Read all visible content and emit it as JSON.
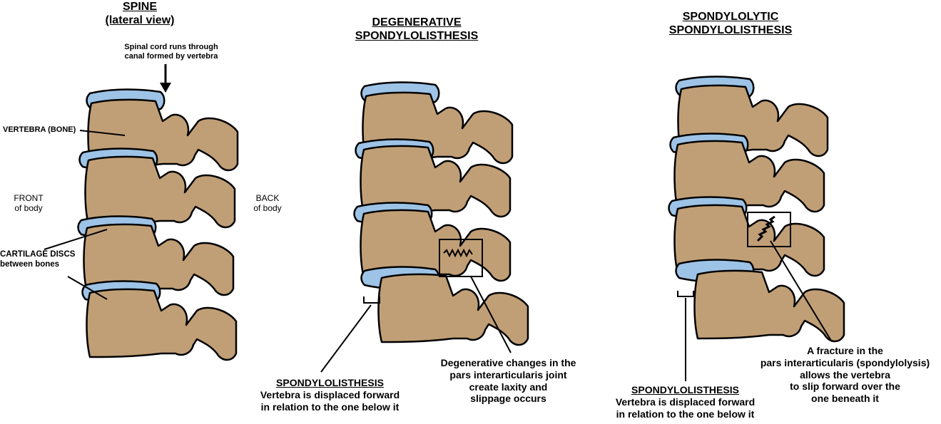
{
  "panel_left": {
    "title_line1": "SPINE",
    "title_line2": "(lateral view)",
    "spinal_cord_line1": "Spinal cord runs through",
    "spinal_cord_line2": "canal formed by vertebra",
    "vertebra_label": "VERTEBRA (BONE)",
    "front_line1": "FRONT",
    "front_line2": "of body",
    "back_line1": "BACK",
    "back_line2": "of body",
    "cartilage_line1": "CARTILAGE DISCS",
    "cartilage_line2": "between bones"
  },
  "panel_middle": {
    "title_line1": "DEGENERATIVE",
    "title_line2": "SPONDYLOLISTHESIS",
    "caption_title": "SPONDYLOLISTHESIS",
    "caption_line1": "Vertebra is displaced forward",
    "caption_line2": "in relation to the one below it",
    "note_line1": "Degenerative changes in the",
    "note_line2": "pars interarticularis joint",
    "note_line3": "create laxity and",
    "note_line4": "slippage occurs"
  },
  "panel_right": {
    "title_line1": "SPONDYLOLYTIC",
    "title_line2": "SPONDYLOLISTHESIS",
    "caption_title": "SPONDYLOLISTHESIS",
    "caption_line1": "Vertebra is displaced forward",
    "caption_line2": "in relation to the one below it",
    "note_line1": "A fracture in the",
    "note_line2": "pars interarticularis (spondylolysis)",
    "note_line3": "allows the vertebra",
    "note_line4": "to slip forward over the",
    "note_line5": "one beneath it"
  },
  "colors": {
    "bone": "#c19f76",
    "disc": "#9dc3e6",
    "outline": "#000000"
  }
}
